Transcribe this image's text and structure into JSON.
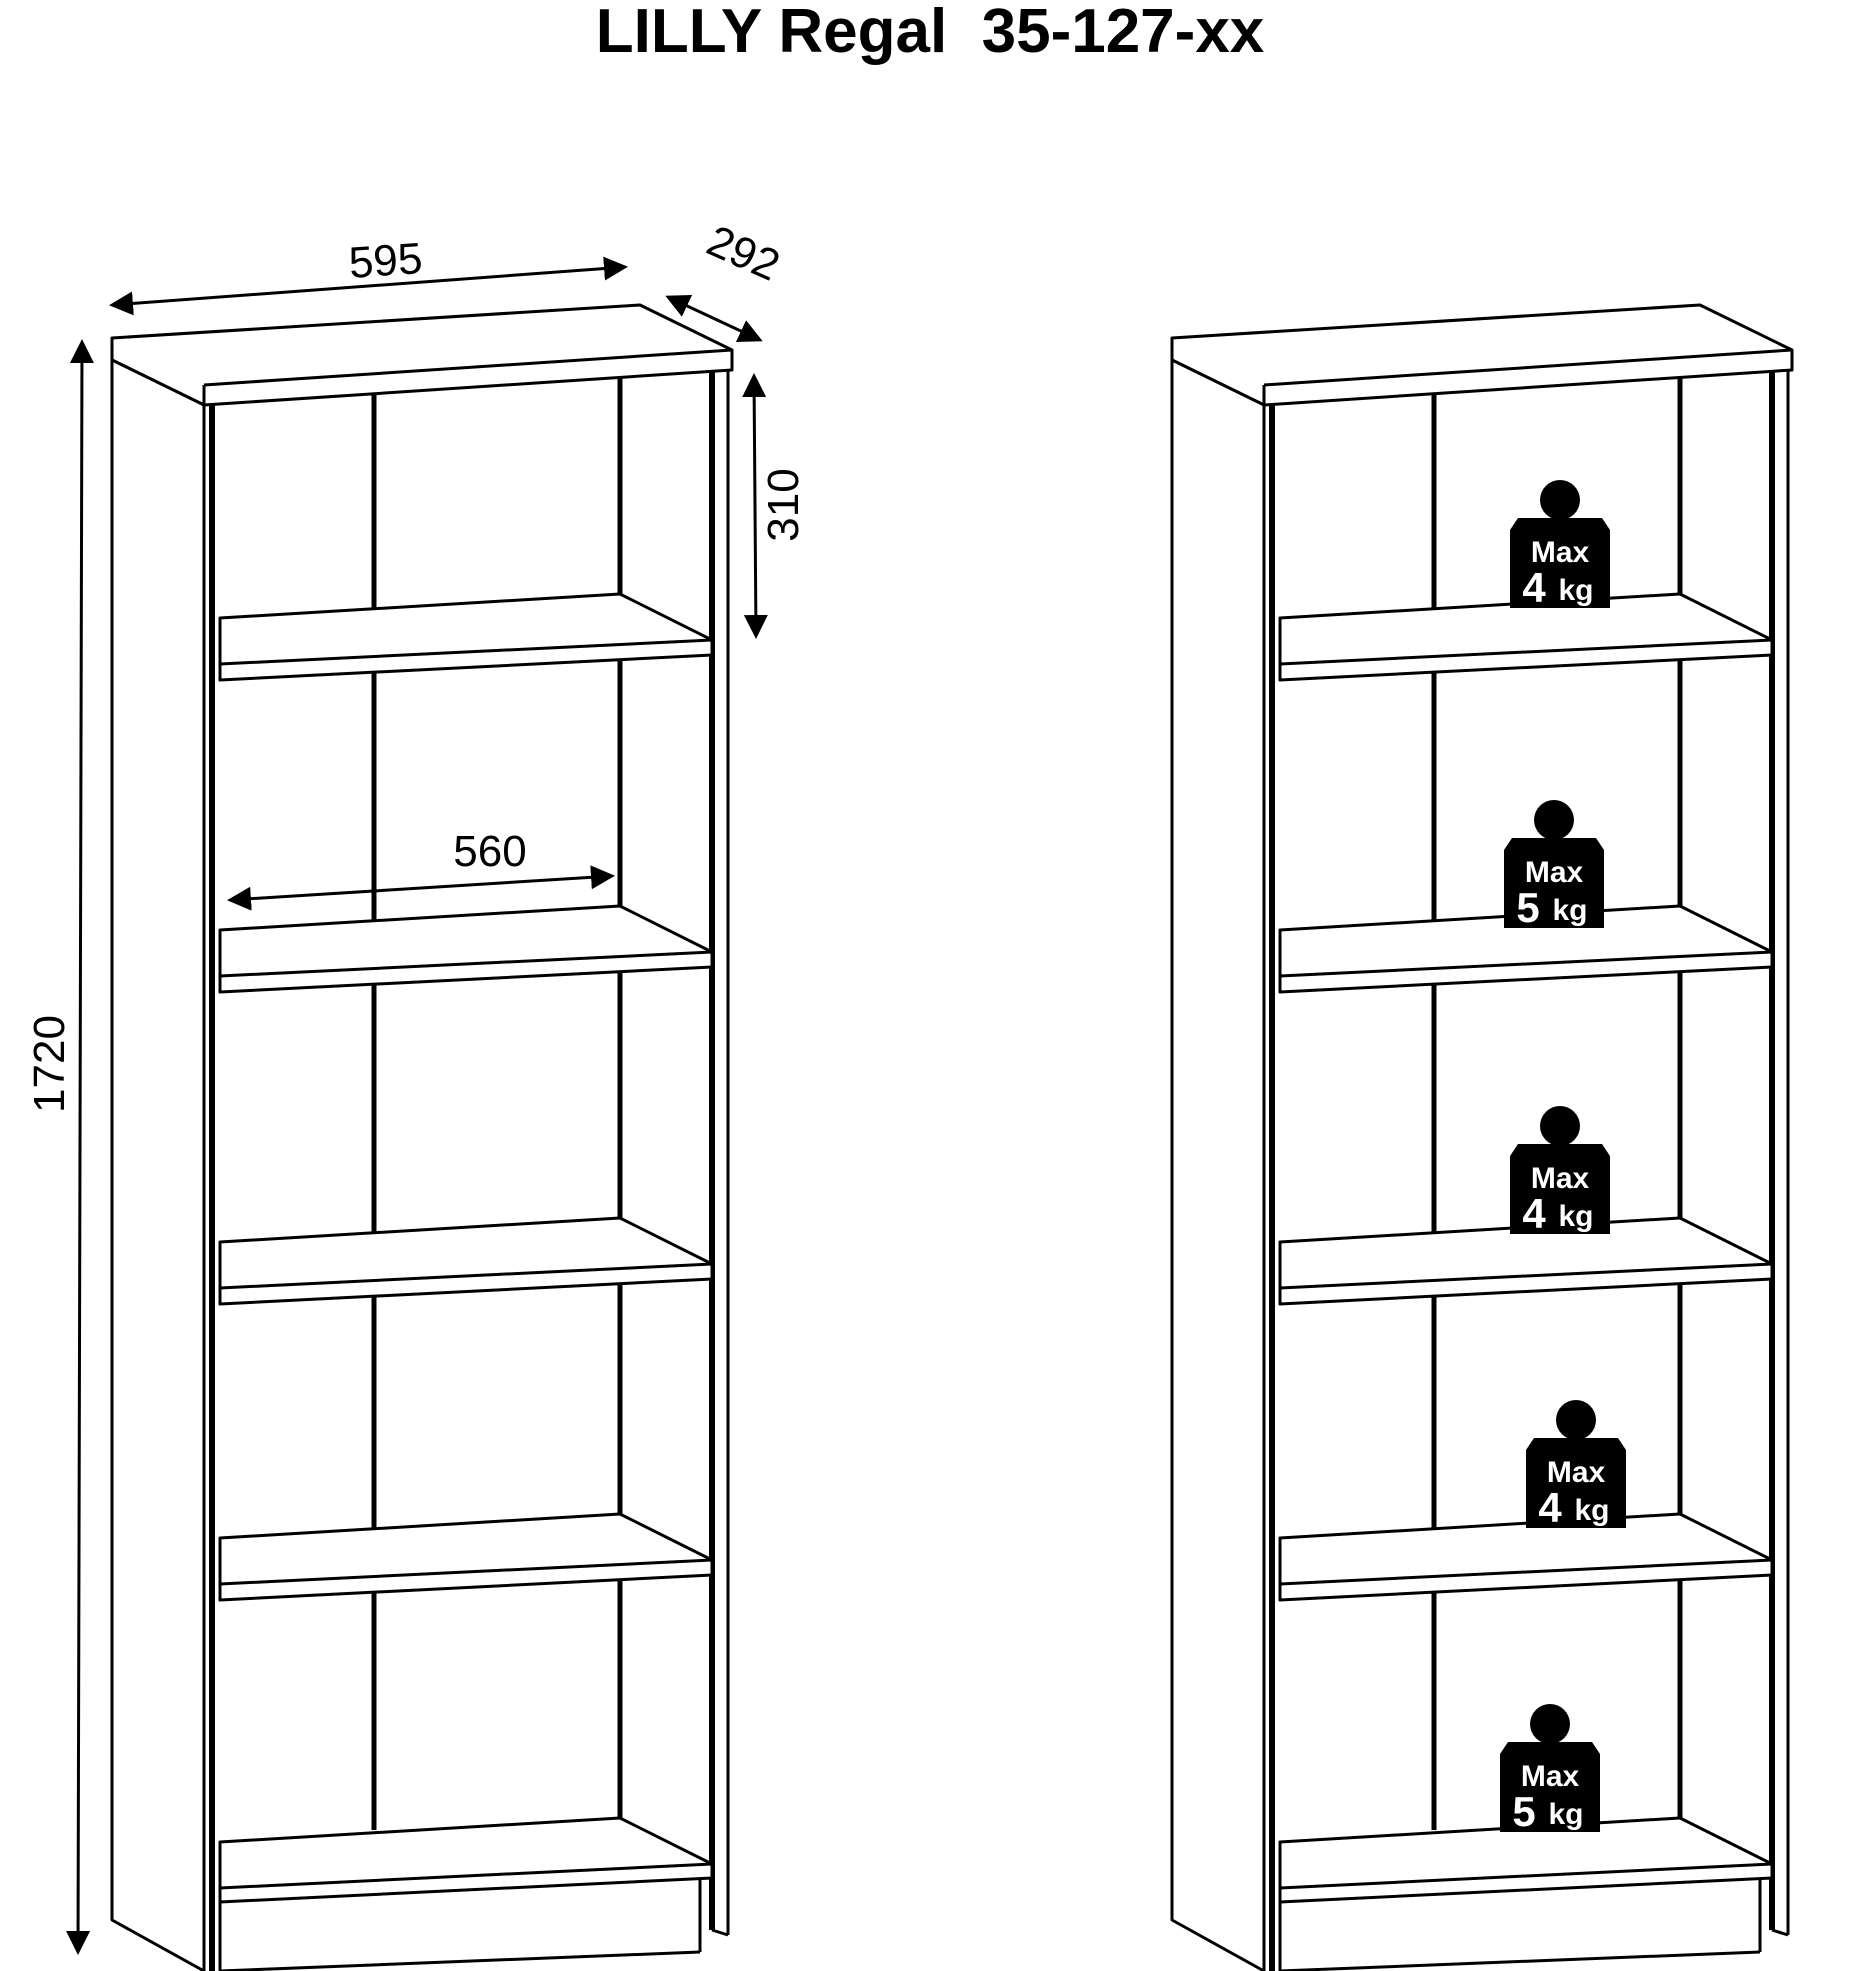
{
  "title": "LILLY Regal  35-127-xx",
  "dimensions": {
    "width": "595",
    "depth": "292",
    "shelf_height": "310",
    "height": "1720",
    "inner_width": "560"
  },
  "load_labels": [
    {
      "max": "Max",
      "value": "4",
      "unit": "kg"
    },
    {
      "max": "Max",
      "value": "5",
      "unit": "kg"
    },
    {
      "max": "Max",
      "value": "4",
      "unit": "kg"
    },
    {
      "max": "Max",
      "value": "4",
      "unit": "kg"
    },
    {
      "max": "Max",
      "value": "5",
      "unit": "kg"
    }
  ],
  "colors": {
    "line": "#000000",
    "background": "#ffffff"
  }
}
